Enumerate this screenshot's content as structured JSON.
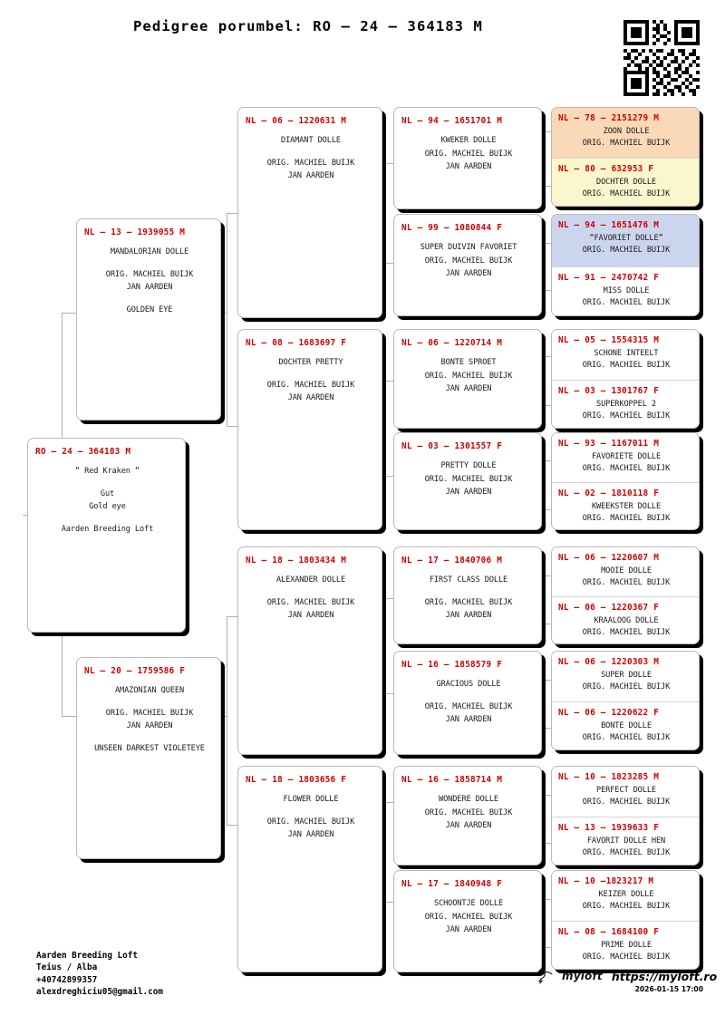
{
  "document": {
    "title": "Pedigree porumbel: RO – 24 – 364183 M",
    "qr_alt": "qr-code"
  },
  "subject": {
    "pid": "RO – 24 – 364183 M",
    "lines": [
      "“ Red Kraken “",
      "",
      "Gut",
      "Gold eye",
      "",
      "Aarden Breeding Loft"
    ]
  },
  "generation2": {
    "sire": {
      "pid": "NL – 13 – 1939055 M",
      "lines": [
        "MANDALORIAN DOLLE",
        "",
        "ORIG. MACHIEL BUIJK",
        "JAN AARDEN",
        "",
        "GOLDEN EYE"
      ]
    },
    "dam": {
      "pid": "NL – 20 – 1759586 F",
      "lines": [
        "AMAZONIAN QUEEN",
        "",
        "ORIG. MACHIEL BUIJK",
        "JAN AARDEN",
        "",
        "UNSEEN DARKEST VIOLETEYE"
      ]
    }
  },
  "generation3": [
    {
      "pid": "NL – 06 – 1220631 M",
      "lines": [
        "DIAMANT DOLLE",
        "",
        "ORIG. MACHIEL BUIJK",
        "JAN AARDEN"
      ]
    },
    {
      "pid": "NL – 08 – 1683697 F",
      "lines": [
        "DOCHTER PRETTY",
        "",
        "ORIG. MACHIEL BUIJK",
        "JAN AARDEN"
      ]
    },
    {
      "pid": "NL – 18 – 1803434 M",
      "lines": [
        "ALEXANDER DOLLE",
        "",
        "ORIG. MACHIEL BUIJK",
        "JAN AARDEN"
      ]
    },
    {
      "pid": "NL – 18 – 1803656 F",
      "lines": [
        "FLOWER DOLLE",
        "",
        "ORIG. MACHIEL BUIJK",
        "JAN AARDEN"
      ]
    }
  ],
  "generation4": [
    {
      "pid": "NL – 94 – 1651701 M",
      "lines": [
        "KWEKER DOLLE",
        "ORIG. MACHIEL BUIJK",
        "JAN AARDEN"
      ]
    },
    {
      "pid": "NL – 99 – 1080844 F",
      "lines": [
        "SUPER DUIVIN FAVORIET",
        "ORIG. MACHIEL BUIJK",
        "JAN AARDEN"
      ]
    },
    {
      "pid": "NL – 06 – 1220714 M",
      "lines": [
        "BONTE SPROET",
        "ORIG. MACHIEL BUIJK",
        "JAN AARDEN"
      ]
    },
    {
      "pid": "NL – 03 – 1301557 F",
      "lines": [
        "PRETTY DOLLE",
        "ORIG. MACHIEL BUIJK",
        "JAN AARDEN"
      ]
    },
    {
      "pid": "NL – 17 – 1840706 M",
      "lines": [
        "FIRST CLASS DOLLE",
        "",
        "ORIG. MACHIEL BUIJK",
        "JAN AARDEN"
      ]
    },
    {
      "pid": "NL – 16 – 1858579 F",
      "lines": [
        "GRACIOUS DOLLE",
        "",
        "ORIG. MACHIEL BUIJK",
        "JAN AARDEN"
      ]
    },
    {
      "pid": "NL – 16 – 1858714 M",
      "lines": [
        "WONDERE DOLLE",
        "ORIG. MACHIEL BUIJK",
        "JAN AARDEN"
      ]
    },
    {
      "pid": "NL – 17 – 1840948 F",
      "lines": [
        "SCHOONTJE DOLLE",
        "ORIG. MACHIEL BUIJK",
        "JAN AARDEN"
      ]
    }
  ],
  "generation5": [
    {
      "tint": "orange",
      "pid": "NL – 78 – 2151279 M",
      "lines": [
        "ZOON DOLLE",
        "ORIG. MACHIEL BUIJK"
      ]
    },
    {
      "tint": "yellow",
      "pid": "NL – 80 – 632953 F",
      "lines": [
        "DOCHTER DOLLE",
        "ORIG. MACHIEL BUIJK"
      ]
    },
    {
      "tint": "blue",
      "pid": "NL – 94 – 1651476 M",
      "lines": [
        "“FAVORIET DOLLE”",
        "ORIG. MACHIEL BUIJK"
      ]
    },
    {
      "tint": "white",
      "pid": "NL – 91 – 2470742 F",
      "lines": [
        "MISS DOLLE",
        "ORIG. MACHIEL BUIJK"
      ]
    },
    {
      "tint": "white",
      "pid": "NL – 05 – 1554315 M",
      "lines": [
        "SCHONE INTEELT",
        "ORIG. MACHIEL BUIJK"
      ]
    },
    {
      "tint": "white",
      "pid": "NL – 03 – 1301767 F",
      "lines": [
        "SUPERKOPPEL 2",
        "ORIG. MACHIEL BUIJK"
      ]
    },
    {
      "tint": "white",
      "pid": "NL – 93 – 1167011 M",
      "lines": [
        "FAVORIETE DOLLE",
        "ORIG. MACHIEL BUIJK"
      ]
    },
    {
      "tint": "white",
      "pid": "NL – 02 – 1810118 F",
      "lines": [
        "KWEEKSTER DOLLE",
        "ORIG. MACHIEL BUIJK"
      ]
    },
    {
      "tint": "white",
      "pid": "NL – 06 – 1220607 M",
      "lines": [
        "MOOIE DOLLE",
        "ORIG. MACHIEL BUIJK"
      ]
    },
    {
      "tint": "white",
      "pid": "NL – 06 – 1220367 F",
      "lines": [
        "KRAALOOG DOLLE",
        "ORIG. MACHIEL BUIJK"
      ]
    },
    {
      "tint": "white",
      "pid": "NL – 06 – 1220303 M",
      "lines": [
        "SUPER DOLLE",
        "ORIG. MACHIEL BUIJK"
      ]
    },
    {
      "tint": "white",
      "pid": "NL – 06 – 1220622 F",
      "lines": [
        "BONTE DOLLE",
        "ORIG. MACHIEL BUIJK"
      ]
    },
    {
      "tint": "white",
      "pid": "NL – 10 – 1823285 M",
      "lines": [
        "PERFECT DOLLE",
        "ORIG. MACHIEL BUIJK"
      ]
    },
    {
      "tint": "white",
      "pid": "NL – 13 – 1939633 F",
      "lines": [
        "FAVORIT DOLLE HEN",
        "ORIG. MACHIEL BUIJK"
      ]
    },
    {
      "tint": "white",
      "pid": "NL – 10 –1823217 M",
      "lines": [
        "KEIZER DOLLE",
        "ORIG. MACHIEL BUIJK"
      ]
    },
    {
      "tint": "white",
      "pid": "NL – 08 – 1684100 F",
      "lines": [
        "PRIME DOLLE",
        "ORIG. MACHIEL BUIJK"
      ]
    }
  ],
  "footer": {
    "loft": "Aarden Breeding Loft",
    "location": "Teius / Alba",
    "phone": "+40742899357",
    "email": "alexdreghiciu05@gmail.com",
    "brand": "myloft",
    "url": "https://myloft.ro",
    "timestamp": "2026-01-15 17:00"
  }
}
